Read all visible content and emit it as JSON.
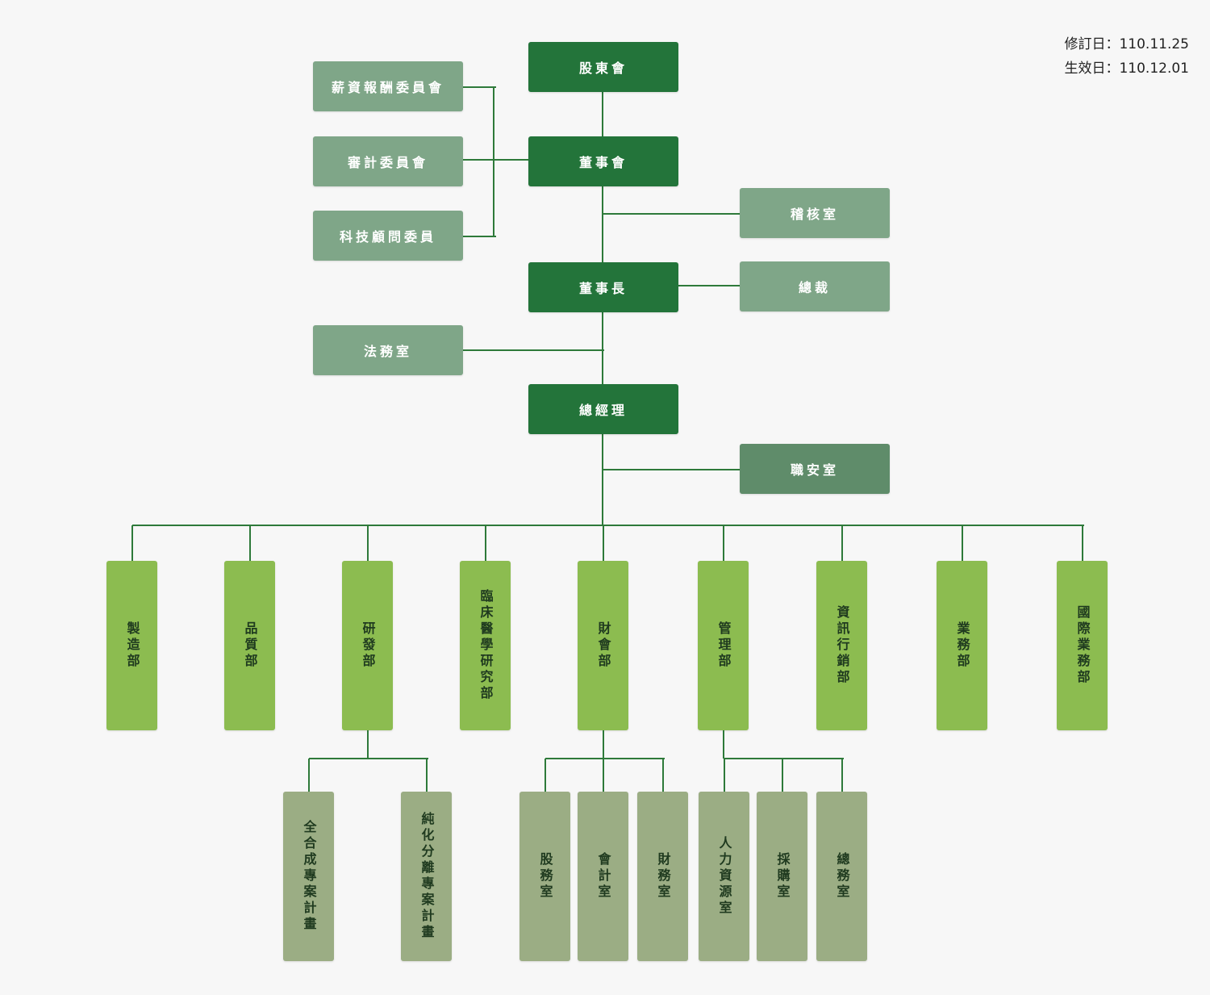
{
  "revision": {
    "revised_label": "修訂日",
    "revised_value": "110.11.25",
    "effective_label": "生效日",
    "effective_value": "110.12.01",
    "separator": "："
  },
  "colors": {
    "primary": "#23743a",
    "committee": "#7fa688",
    "safety": "#5f8c6a",
    "department": "#8cbc50",
    "sub_unit": "#9bad84",
    "line": "#2e7a3a"
  },
  "nodes": {
    "shareholders": "股東會",
    "board": "董事會",
    "chairman": "董事長",
    "general_manager": "總經理",
    "compensation_committee": "薪資報酬委員會",
    "audit_committee": "審計委員會",
    "tech_advisory": "科技顧問委員",
    "internal_audit": "稽核室",
    "president": "總裁",
    "legal": "法務室",
    "safety": "職安室"
  },
  "departments": [
    {
      "id": "manufacturing",
      "label": "製造部"
    },
    {
      "id": "quality",
      "label": "品質部"
    },
    {
      "id": "rnd",
      "label": "研發部"
    },
    {
      "id": "clinical",
      "label": "臨床醫學研究部"
    },
    {
      "id": "finance",
      "label": "財會部"
    },
    {
      "id": "management",
      "label": "管理部"
    },
    {
      "id": "it_marketing",
      "label": "資訊行銷部"
    },
    {
      "id": "sales",
      "label": "業務部"
    },
    {
      "id": "international",
      "label": "國際業務部"
    }
  ],
  "sub_units": {
    "rnd": [
      {
        "id": "total-synthesis",
        "label": "全合成專案計畫"
      },
      {
        "id": "purification",
        "label": "純化分離專案計畫"
      }
    ],
    "finance": [
      {
        "id": "stock-affairs",
        "label": "股務室"
      },
      {
        "id": "accounting",
        "label": "會計室"
      },
      {
        "id": "treasury",
        "label": "財務室"
      }
    ],
    "management": [
      {
        "id": "hr",
        "label": "人力資源室"
      },
      {
        "id": "procurement",
        "label": "採購室"
      },
      {
        "id": "general-affairs",
        "label": "總務室"
      }
    ]
  }
}
